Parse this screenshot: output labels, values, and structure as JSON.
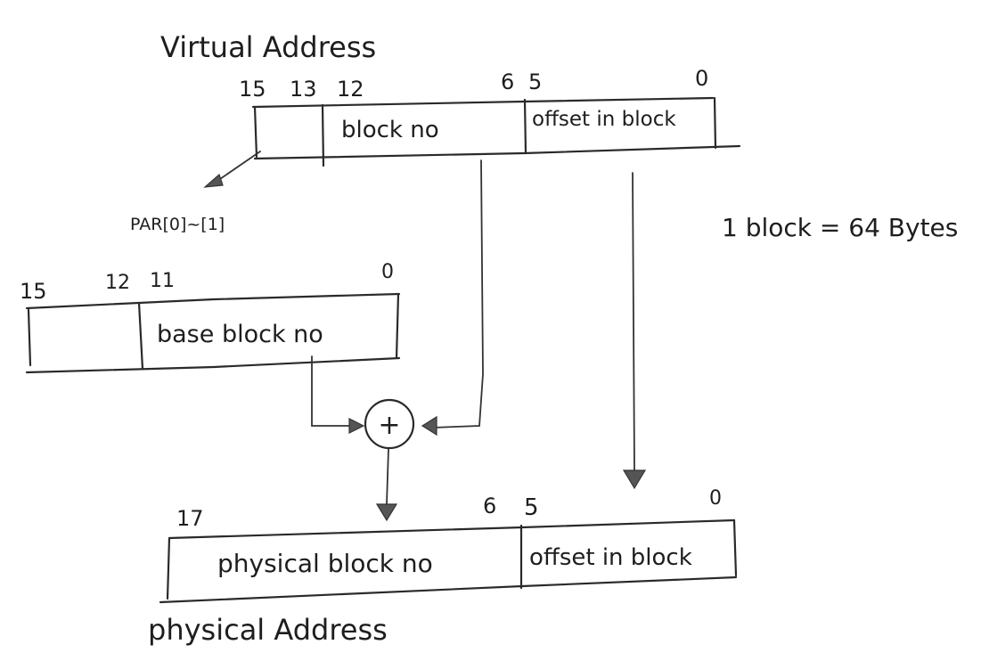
{
  "virtual_address": {
    "title": "Virtual Address",
    "bits": {
      "b15": "15",
      "b13": "13",
      "b12": "12",
      "b6": "6",
      "b5": "5",
      "b0": "0"
    },
    "fields": {
      "block_no": "block no",
      "offset": "offset in block"
    },
    "par_label": "PAR[0]~[1]"
  },
  "base_register": {
    "bits": {
      "b15": "15",
      "b12": "12",
      "b11": "11",
      "b0": "0"
    },
    "fields": {
      "base_block_no": "base block no"
    }
  },
  "adder": {
    "symbol": "+"
  },
  "physical_address": {
    "title": "physical Address",
    "bits": {
      "b17": "17",
      "b6": "6",
      "b5": "5",
      "b0": "0"
    },
    "fields": {
      "physical_block_no": "physical block no",
      "offset": "offset in block"
    }
  },
  "note": "1 block = 64 Bytes",
  "colors": {
    "ink": "#2a2a2a",
    "arrow_fill": "#555555",
    "background": "#ffffff"
  }
}
